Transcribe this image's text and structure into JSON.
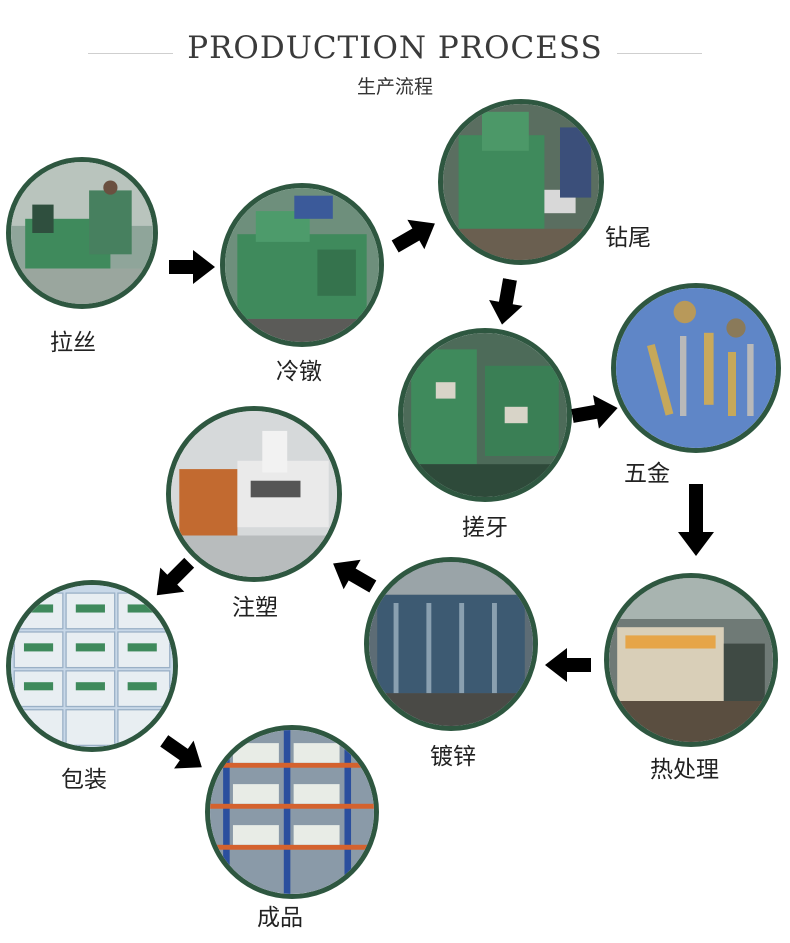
{
  "header": {
    "title": "PRODUCTION PROCESS",
    "subtitle": "生产流程"
  },
  "steps": [
    {
      "label": "拉丝"
    },
    {
      "label": "冷镦"
    },
    {
      "label": "钻尾"
    },
    {
      "label": "搓牙"
    },
    {
      "label": "五金"
    },
    {
      "label": "热处理"
    },
    {
      "label": "镀锌"
    },
    {
      "label": "注塑"
    },
    {
      "label": "包装"
    },
    {
      "label": "成品"
    }
  ],
  "colors": {
    "circle_border": "#2e5740",
    "arrow": "#000000",
    "machine_green": "#3f8a5c"
  }
}
